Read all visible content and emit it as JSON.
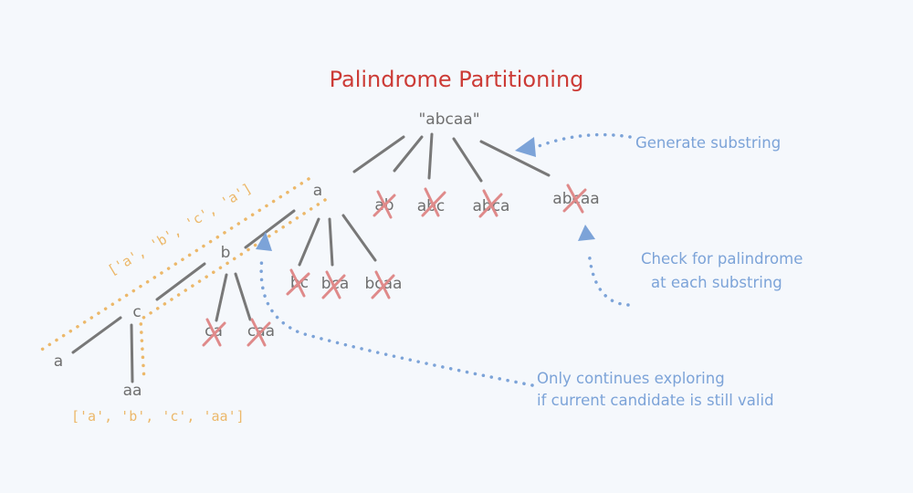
{
  "title": "Palindrome Partitioning",
  "colors": {
    "background": "#f5f8fc",
    "title": "#cc3b36",
    "node_text": "#6f6f6f",
    "edges": "#787878",
    "invalid_cross": "#df8a8a",
    "annotation": "#7ca3d8",
    "valid_path": "#ecb86a"
  },
  "tree": {
    "root": "\"abcaa\"",
    "level1": {
      "valid": "a",
      "invalid": [
        "ab",
        "abc",
        "abca",
        "abcaa"
      ]
    },
    "level2": {
      "valid": "b",
      "invalid": [
        "bc",
        "bca",
        "bcaa"
      ]
    },
    "level3": {
      "valid": "c",
      "invalid": [
        "ca",
        "caa"
      ]
    },
    "level4": {
      "valid": [
        "a",
        "aa"
      ]
    }
  },
  "results": {
    "path1": "['a', 'b', 'c', 'a']",
    "path2": "['a', 'b', 'c', 'aa']"
  },
  "annotations": {
    "generate": "Generate substring",
    "check_line1": "Check for palindrome",
    "check_line2": "at each substring",
    "continue_line1": "Only continues exploring",
    "continue_line2": "if current candidate is still valid"
  }
}
